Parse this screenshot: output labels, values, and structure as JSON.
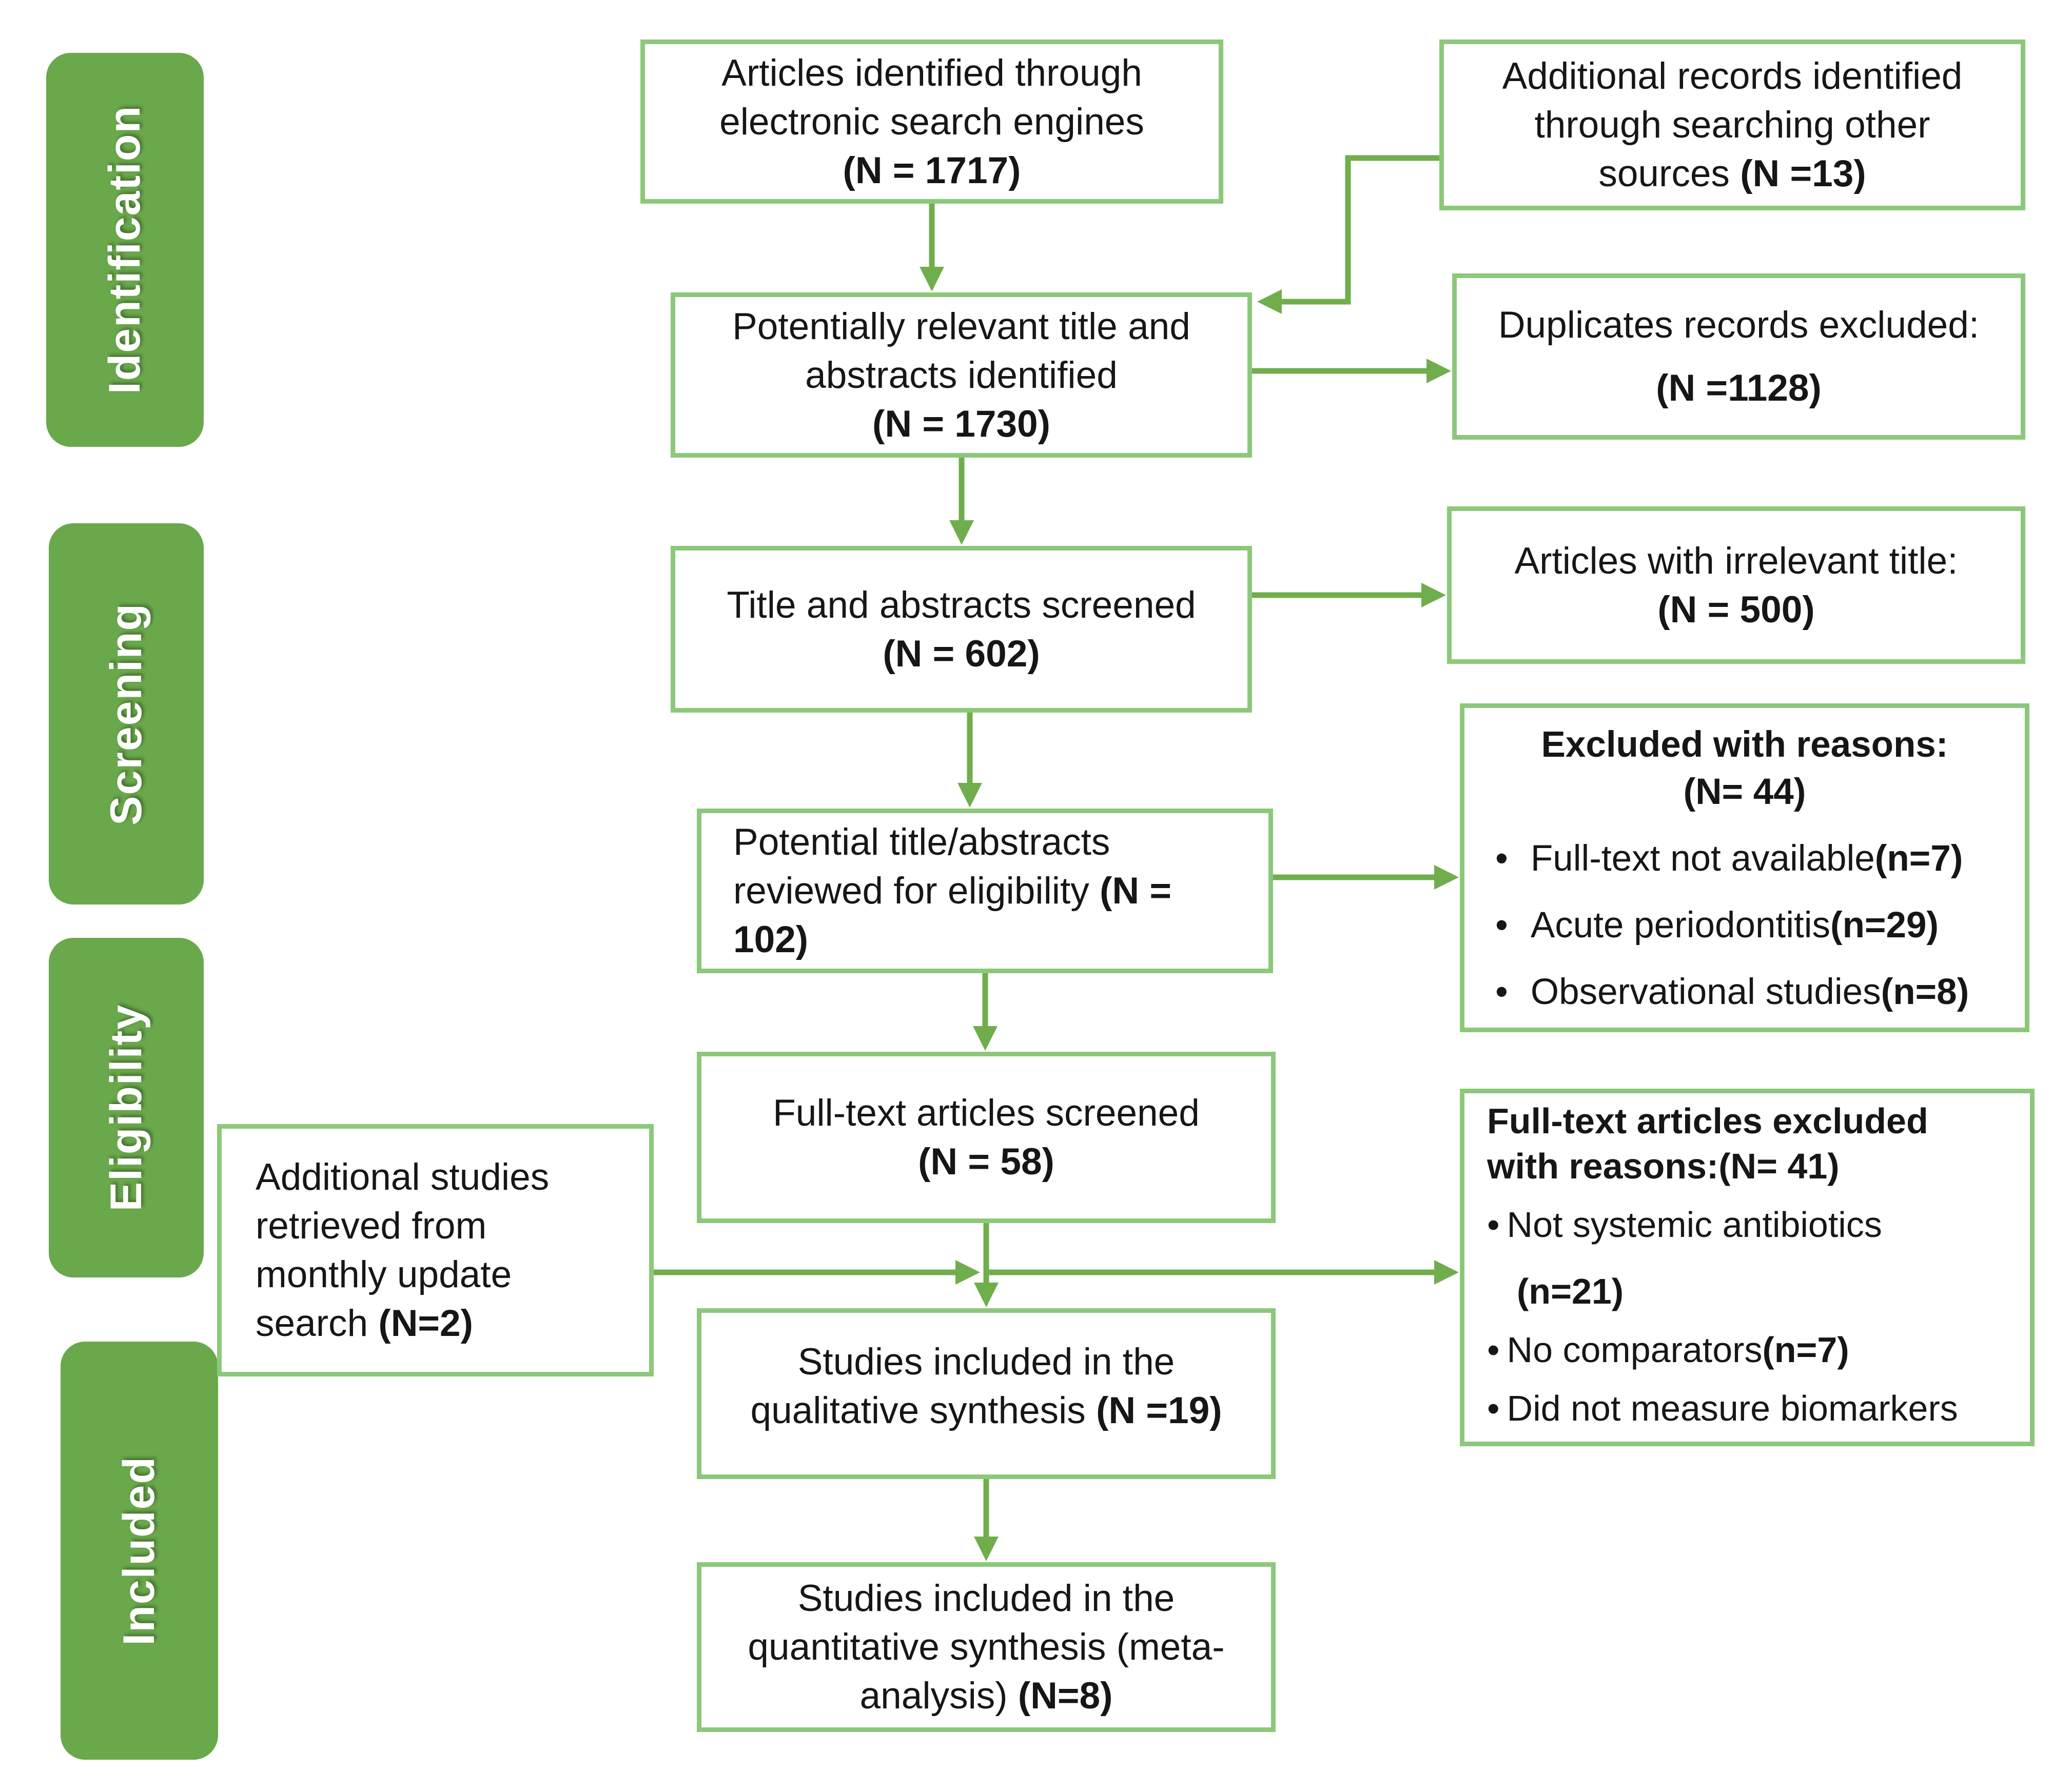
{
  "colors": {
    "sidebar_fill": "#6aa84c",
    "box_border": "#8cc87a",
    "arrow": "#70ae4d",
    "text": "#161616",
    "label_text": "#ffffff"
  },
  "sidebar": {
    "items": [
      {
        "id": "identification",
        "label": "Identification"
      },
      {
        "id": "screening",
        "label": "Screening"
      },
      {
        "id": "eligibility",
        "label": "Eligibility"
      },
      {
        "id": "included",
        "label": "Included"
      }
    ]
  },
  "boxes": {
    "identified": {
      "lines": [
        {
          "segs": [
            {
              "t": "Articles identified through"
            }
          ]
        },
        {
          "segs": [
            {
              "t": "electronic search engines"
            }
          ]
        },
        {
          "segs": [
            {
              "t": "(N = 1717)",
              "b": true
            }
          ]
        }
      ]
    },
    "additional_records": {
      "lines": [
        {
          "segs": [
            {
              "t": "Additional records identified"
            }
          ]
        },
        {
          "segs": [
            {
              "t": "through searching other"
            }
          ]
        },
        {
          "segs": [
            {
              "t": "sources "
            },
            {
              "t": "(N =13)",
              "b": true
            }
          ]
        }
      ]
    },
    "potentially_relevant": {
      "lines": [
        {
          "segs": [
            {
              "t": "Potentially relevant title and"
            }
          ]
        },
        {
          "segs": [
            {
              "t": "abstracts identified"
            }
          ]
        },
        {
          "segs": [
            {
              "t": "(N = 1730)",
              "b": true
            }
          ]
        }
      ]
    },
    "duplicates_excluded": {
      "lines": [
        {
          "segs": [
            {
              "t": "Duplicates records excluded:"
            }
          ]
        },
        {
          "segs": [
            {
              "t": "(N =1128)",
              "b": true
            }
          ]
        }
      ]
    },
    "title_abstracts_screened": {
      "lines": [
        {
          "segs": [
            {
              "t": "Title and abstracts screened"
            }
          ]
        },
        {
          "segs": [
            {
              "t": "(N = 602)",
              "b": true
            }
          ]
        }
      ]
    },
    "irrelevant_title": {
      "lines": [
        {
          "segs": [
            {
              "t": "Articles with irrelevant title:"
            }
          ]
        },
        {
          "segs": [
            {
              "t": "(N = 500)",
              "b": true
            }
          ]
        }
      ]
    },
    "reviewed_eligibility": {
      "lines": [
        {
          "segs": [
            {
              "t": "Potential title/abstracts"
            }
          ]
        },
        {
          "segs": [
            {
              "t": "reviewed for eligibility "
            },
            {
              "t": "(N =",
              "b": true
            }
          ]
        },
        {
          "segs": [
            {
              "t": "102)",
              "b": true
            }
          ]
        }
      ]
    },
    "excluded_reasons": {
      "lines": [
        {
          "c": true,
          "segs": [
            {
              "t": "Excluded with reasons:",
              "b": true
            }
          ]
        },
        {
          "c": true,
          "segs": [
            {
              "t": "(N= 44)",
              "b": true
            }
          ]
        },
        {
          "bullet": true,
          "segs": [
            {
              "t": "Full-text not available "
            },
            {
              "t": "(n=7)",
              "b": true
            }
          ]
        },
        {
          "bullet": true,
          "segs": [
            {
              "t": "Acute periodontitis"
            },
            {
              "t": "(n=29)",
              "b": true
            }
          ]
        },
        {
          "bullet": true,
          "segs": [
            {
              "t": "Observational studies "
            },
            {
              "t": "(n=8)",
              "b": true
            }
          ]
        }
      ]
    },
    "fulltext_screened": {
      "lines": [
        {
          "segs": [
            {
              "t": "Full-text articles screened"
            }
          ]
        },
        {
          "segs": [
            {
              "t": "(N = 58)",
              "b": true
            }
          ]
        }
      ]
    },
    "fulltext_excluded": {
      "lines": [
        {
          "segs": [
            {
              "t": "Full-text articles excluded",
              "b": true
            }
          ]
        },
        {
          "segs": [
            {
              "t": "with reasons:(N= 41)",
              "b": true
            }
          ]
        },
        {
          "bullet": true,
          "segs": [
            {
              "t": "Not systemic antibiotics"
            }
          ]
        },
        {
          "indent": true,
          "segs": [
            {
              "t": "(n=21)",
              "b": true
            }
          ]
        },
        {
          "bullet": true,
          "segs": [
            {
              "t": "No comparators "
            },
            {
              "t": "(n=7)",
              "b": true
            }
          ]
        },
        {
          "bullet": true,
          "segs": [
            {
              "t": "Did not measure biomarkers"
            }
          ]
        }
      ]
    },
    "monthly_update": {
      "lines": [
        {
          "segs": [
            {
              "t": "Additional studies"
            }
          ]
        },
        {
          "segs": [
            {
              "t": "retrieved from"
            }
          ]
        },
        {
          "segs": [
            {
              "t": "monthly update"
            }
          ]
        },
        {
          "segs": [
            {
              "t": "search "
            },
            {
              "t": "(N=2)",
              "b": true
            }
          ]
        }
      ]
    },
    "qualitative": {
      "lines": [
        {
          "segs": [
            {
              "t": "Studies included in the"
            }
          ]
        },
        {
          "segs": [
            {
              "t": "qualitative synthesis "
            },
            {
              "t": "(N =19)",
              "b": true
            }
          ]
        }
      ]
    },
    "quantitative": {
      "lines": [
        {
          "segs": [
            {
              "t": "Studies included in the"
            }
          ]
        },
        {
          "segs": [
            {
              "t": "quantitative synthesis (meta-"
            }
          ]
        },
        {
          "segs": [
            {
              "t": "analysis) "
            },
            {
              "t": "(N=8)",
              "b": true
            }
          ]
        }
      ]
    },
    "bullet_glyph": "•"
  }
}
